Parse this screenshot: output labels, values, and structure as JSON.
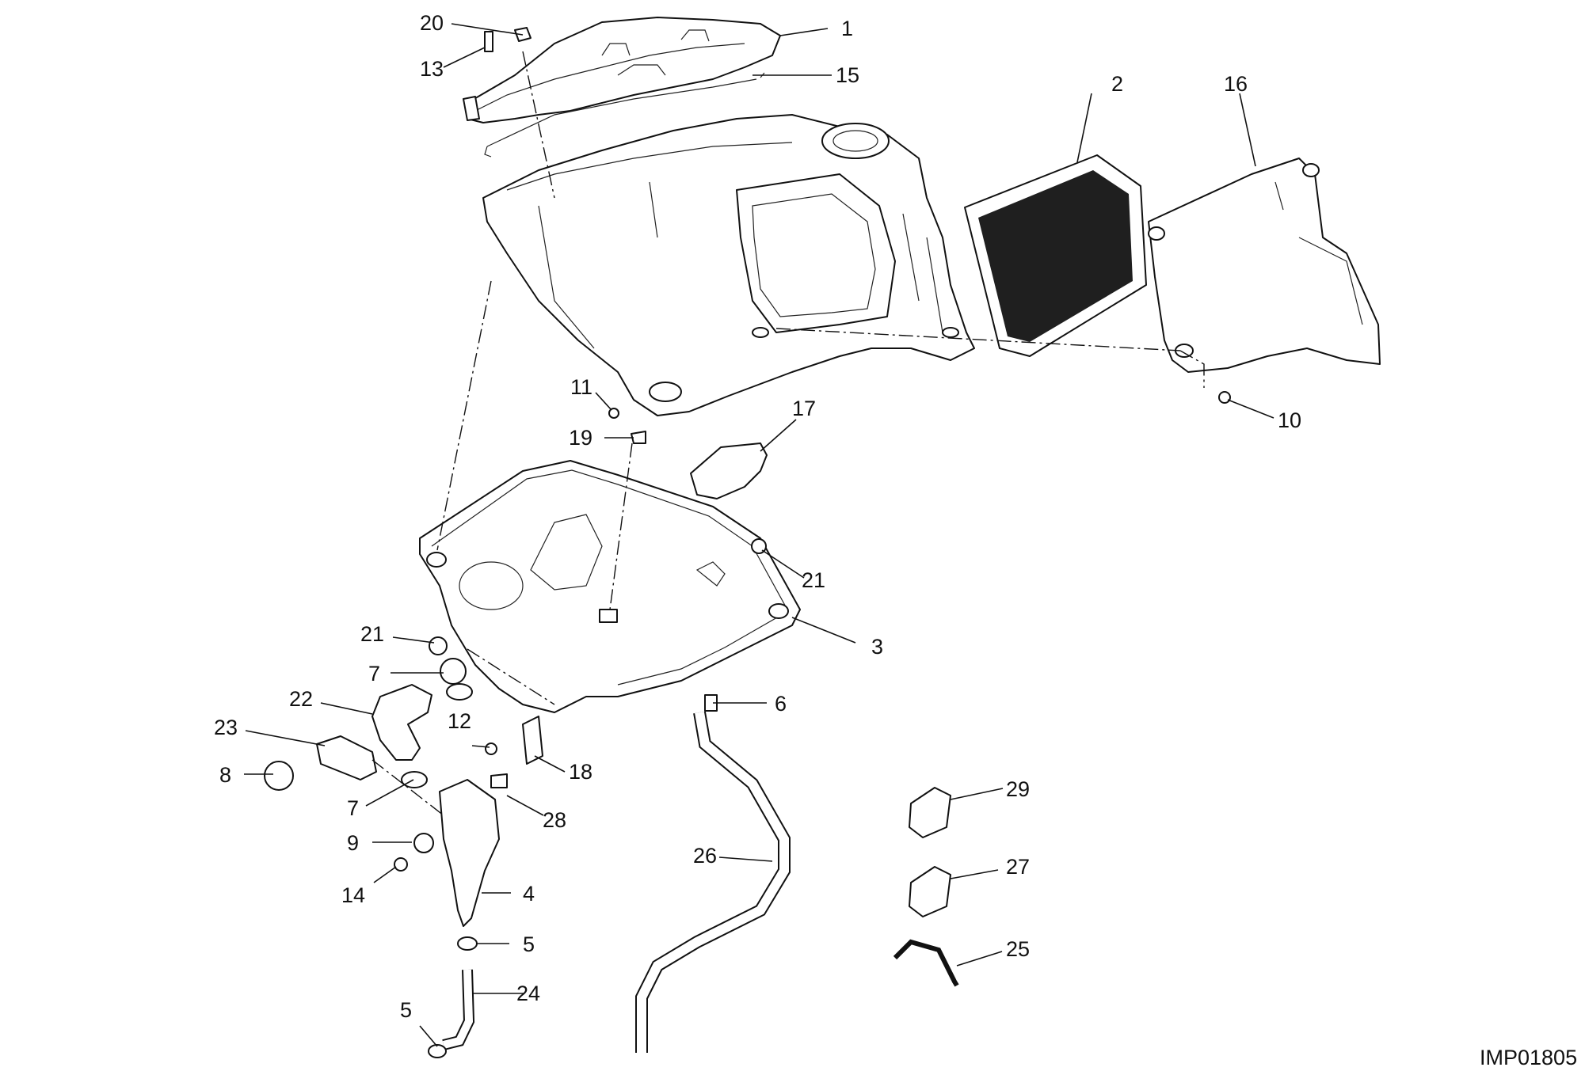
{
  "diagram": {
    "reference_code": "IMP01805",
    "callouts": [
      {
        "id": "c1",
        "label": "1"
      },
      {
        "id": "c2",
        "label": "2"
      },
      {
        "id": "c3",
        "label": "3"
      },
      {
        "id": "c4",
        "label": "4"
      },
      {
        "id": "c5a",
        "label": "5"
      },
      {
        "id": "c5b",
        "label": "5"
      },
      {
        "id": "c6",
        "label": "6"
      },
      {
        "id": "c7a",
        "label": "7"
      },
      {
        "id": "c7b",
        "label": "7"
      },
      {
        "id": "c8",
        "label": "8"
      },
      {
        "id": "c9",
        "label": "9"
      },
      {
        "id": "c10",
        "label": "10"
      },
      {
        "id": "c11",
        "label": "11"
      },
      {
        "id": "c12",
        "label": "12"
      },
      {
        "id": "c13",
        "label": "13"
      },
      {
        "id": "c14",
        "label": "14"
      },
      {
        "id": "c15",
        "label": "15"
      },
      {
        "id": "c16",
        "label": "16"
      },
      {
        "id": "c17",
        "label": "17"
      },
      {
        "id": "c18",
        "label": "18"
      },
      {
        "id": "c19",
        "label": "19"
      },
      {
        "id": "c20",
        "label": "20"
      },
      {
        "id": "c21a",
        "label": "21"
      },
      {
        "id": "c21b",
        "label": "21"
      },
      {
        "id": "c22",
        "label": "22"
      },
      {
        "id": "c23",
        "label": "23"
      },
      {
        "id": "c24",
        "label": "24"
      },
      {
        "id": "c25",
        "label": "25"
      },
      {
        "id": "c26",
        "label": "26"
      },
      {
        "id": "c27",
        "label": "27"
      },
      {
        "id": "c28",
        "label": "28"
      },
      {
        "id": "c29",
        "label": "29"
      }
    ]
  }
}
